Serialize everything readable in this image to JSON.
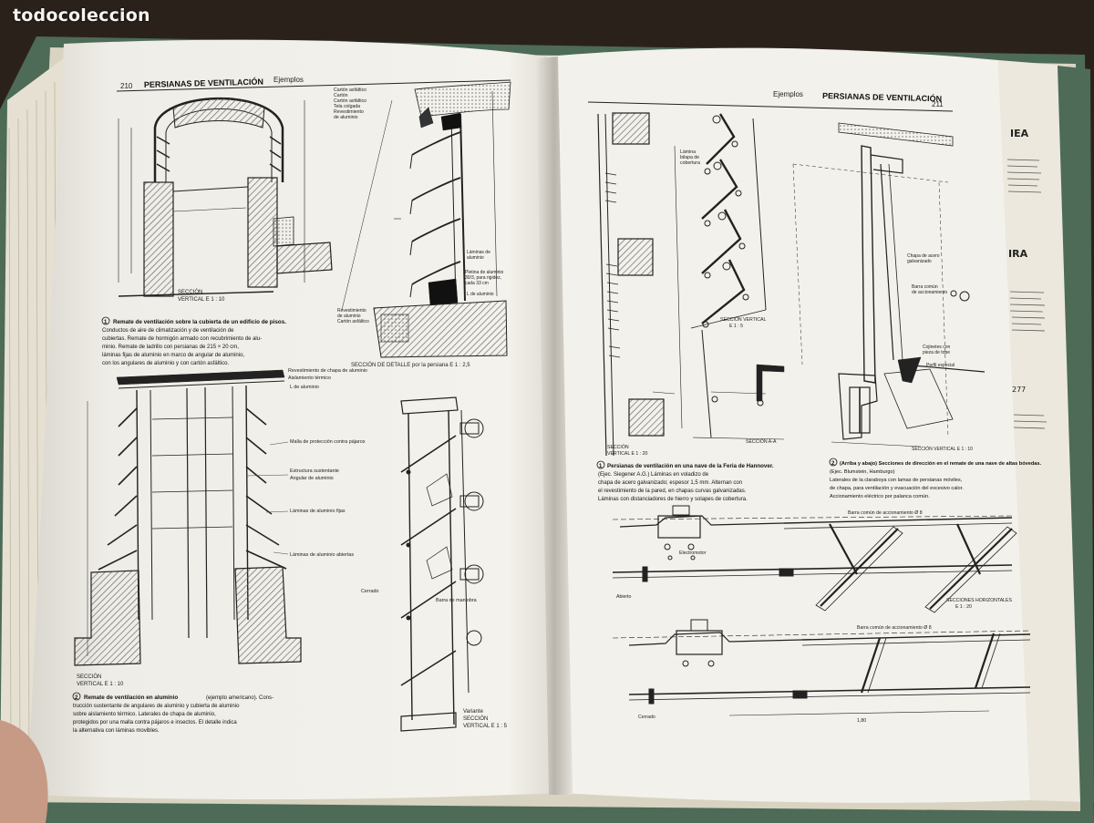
{
  "watermark": "todocoleccion",
  "left_page": {
    "page_number": "210",
    "header_title": "PERSIANAS DE VENTILACIÓN",
    "header_section": "Ejemplos",
    "fig1": {
      "number": "1",
      "section_label": "SECCIÓN",
      "section_scale": "VERTICAL E 1 : 10",
      "caption_bold": "Remate de ventilación sobre la cubierta de un edificio de pisos.",
      "caption_lines": [
        "Conductos de aire de climatización y de ventilación de",
        "cubiertas. Remate de hormigón armado con recubrimiento de alu-",
        "minio. Remate de ladrillo con persianas de 215 × 20 cm,",
        "láminas fijas de aluminio en marco de angular de aluminio,",
        "con los angulares de aluminio y con cartón asfáltico."
      ]
    },
    "fig1_detail_labels": [
      "Cartón asfáltico",
      "Cartón",
      "Cartón asfáltico",
      "Tela colgada",
      "Revestimiento",
      "de aluminio"
    ],
    "fig1_detail_lower_labels": [
      "Láminas de",
      "aluminio",
      "Pletina de aluminio",
      "30/3, para rigidez,",
      "cada 33 cm",
      "L de aluminio",
      "Revestimiento",
      "de aluminio",
      "Cartón asfáltico"
    ],
    "detail_caption": "SECCIÓN DE DETALLE por la persiana E 1 : 2,5",
    "fig2": {
      "number": "2",
      "labels": [
        "Revestimiento de chapa de aluminio",
        "Aislamiento térmico",
        "L de aluminio",
        "Malla de protección contra pájaros",
        "Estructura sustentante",
        "Angular de aluminio",
        "Láminas de aluminio fijas",
        "Láminas de aluminio abiertas",
        "Cerrado",
        "Barra de maniobra"
      ],
      "section_label": "SECCIÓN",
      "section_scale": "VERTICAL E 1 : 10",
      "variant_labels": [
        "Variante",
        "SECCIÓN",
        "VERTICAL E 1 : 5"
      ],
      "caption_bold": "Remate de ventilación en aluminio",
      "caption_lines": [
        "(ejemplo americano). Cons-",
        "trucción sustentante de angulares de aluminio y cubierta de aluminio",
        "sobre aislamiento térmico. Laterales de chapa de aluminio,",
        "protegidos por una malla contra pájaros e insectos. El detalle indica",
        "la alternativa con láminas movibles."
      ]
    }
  },
  "right_page": {
    "page_number": "211",
    "header_section": "Ejemplos",
    "header_title": "PERSIANAS DE VENTILACIÓN",
    "fig3": {
      "number": "1",
      "labels": [
        "Lámina",
        "bilapa de",
        "cobertura",
        "SECCIÓN VERTICAL",
        "E 1 : 5",
        "SECCIÓN A-A",
        "SECCIÓN",
        "VERTICAL E 1 : 20"
      ],
      "caption_bold": "Persianas de ventilación en una nave de la Feria de Hannover.",
      "caption_lines": [
        "(Ejec. Siegener A.G.) Láminas en voladizo de",
        "chapa de acero galvanizado; espesor 1,5 mm. Alternan con",
        "el revestimiento de la pared, en chapas curvas galvanizadas.",
        "Láminas con distanciadores de hierro y solapes de cobertura."
      ]
    },
    "fig4": {
      "number": "2",
      "labels": [
        "Chapa de acero",
        "galvanizado",
        "Barra común",
        "de accionamiento",
        "Cojinetes con",
        "pieza de tope",
        "Perfil especial",
        "SECCIÓN VERTICAL E 1 : 10"
      ],
      "caption_bold": "(Arriba y abajo) Secciones de dirección en el remate de una nave de altas bóvedas.",
      "caption_lines": [
        "(Ejec. Blumstein, Hamburgo)",
        "Laterales de la claraboya con lamas de persianas móviles,",
        "de chapa, para ventilación y evacuación del excesivo calor.",
        "Accionamiento eléctrico por palanca común."
      ]
    },
    "horizontal": {
      "labels": [
        "Barra común de accionamiento Ø 8",
        "Electromotor",
        "Abierto",
        "SECCIONES HORIZONTALES",
        "E 1 : 20",
        "Barra común de accionamiento Ø 8",
        "Cerrado",
        "1,80"
      ]
    }
  },
  "book_spine": {
    "lines": [
      "IEA",
      "IRA",
      "277"
    ]
  },
  "colors": {
    "page": "#f4f2ec",
    "ink": "#2a2a2a",
    "hatch": "#7a7a7a",
    "cover_green": "#4d6b57",
    "background": "#2b211b"
  }
}
